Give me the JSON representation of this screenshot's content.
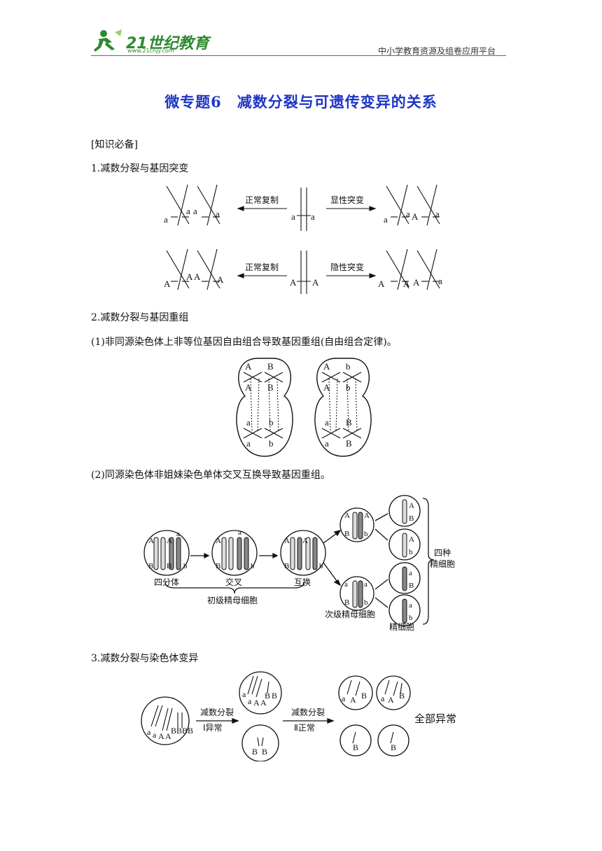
{
  "header": {
    "logo_text": "21世纪教育",
    "logo_url_text": "www.21cnjy.com",
    "site_name": "中小学教育资源及组卷应用平台"
  },
  "title": "微专题6　减数分裂与可遗传变异的关系",
  "section_label": "[知识必备]",
  "sections": [
    {
      "heading": "1.减数分裂与基因突变",
      "figure": {
        "row1": {
          "left_arrow": "正常复制",
          "right_arrow": "显性突变"
        },
        "row2": {
          "left_arrow": "正常复制",
          "right_arrow": "隐性突变"
        }
      }
    },
    {
      "heading": "2.减数分裂与基因重组",
      "para1": "(1)非同源染色体上非等位基因自由组合导致基因重组(自由组合定律)。",
      "para2": "(2)同源染色体非姐妹染色单体交叉互换导致基因重组。",
      "figure2": {
        "stage1": "四分体",
        "stage2": "交叉",
        "stage3": "互换",
        "brace_label": "初级精母细胞",
        "secondary_label": "次级精母细胞",
        "sperm_label": "精细胞",
        "four_kinds": "四种",
        "four_kinds_2": "精细胞"
      }
    },
    {
      "heading": "3.减数分裂与染色体变异",
      "figure": {
        "arrow1_top": "减数分裂",
        "arrow1_bottom": "Ⅰ异常",
        "arrow2_top": "减数分裂",
        "arrow2_bottom": "Ⅱ正常",
        "result": "全部异常"
      }
    }
  ],
  "gene_letters": {
    "A": "A",
    "a": "a",
    "B": "B",
    "b": "b"
  },
  "colors": {
    "title": "#1f35c6",
    "logo_green": "#2f8a2f",
    "text": "#111111"
  }
}
